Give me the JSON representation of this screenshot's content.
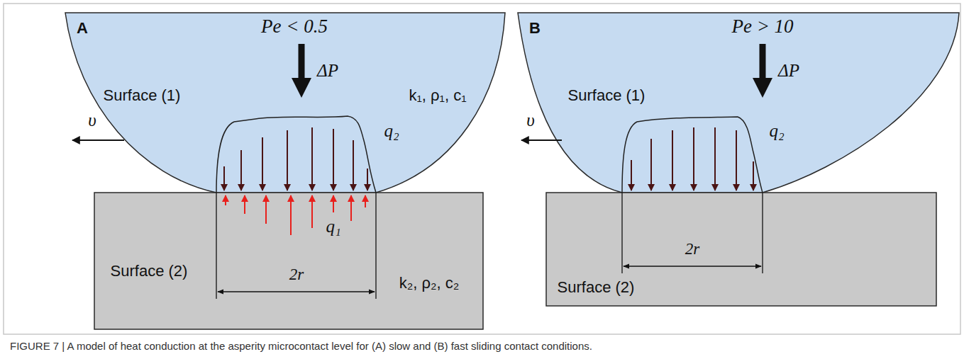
{
  "diagram": {
    "caption": "FIGURE 7 | A model of heat conduction at the asperity microcontact level for (A) slow and (B) fast sliding contact conditions.",
    "nodes": [
      {
        "text": [
          "Surface (1)",
          "k₁, ρ₁, c₁"
        ]
      },
      {
        "text": [
          "Surface (2)",
          "k₂, ρ₂, c₂"
        ]
      },
      {
        "text": [
          "Surface (1)"
        ]
      },
      {
        "text": [
          "Surface (2)"
        ]
      }
    ],
    "labels": [
      "A",
      "Pe < 0.5",
      "ΔP",
      "υ",
      "q₂",
      "q₁",
      "2r",
      "B",
      "Pe > 10",
      "ΔP",
      "υ",
      "q₂",
      "2r"
    ]
  }
}
